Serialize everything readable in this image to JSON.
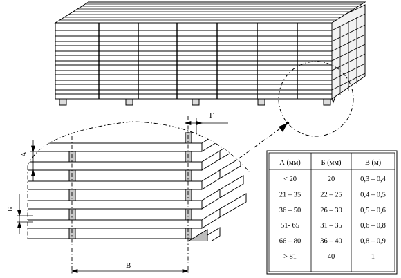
{
  "diagram": {
    "dimension_labels": {
      "a": "А",
      "b": "Б",
      "v": "В",
      "g": "Г"
    },
    "spacing_table": {
      "headers": [
        "А (мм)",
        "Б (мм)",
        "В (м)"
      ],
      "rows": [
        [
          "< 20",
          "20",
          "0,3 – 0,4"
        ],
        [
          "21 – 35",
          "22 – 25",
          "0,4 – 0,5"
        ],
        [
          "36 – 50",
          "26 – 30",
          "0,5 – 0,6"
        ],
        [
          "51- 65",
          "31 – 35",
          "0,6 – 0,8"
        ],
        [
          "66 – 80",
          "36 – 40",
          "0,8 – 0,9"
        ],
        [
          "> 81",
          "40",
          "1"
        ]
      ]
    }
  }
}
